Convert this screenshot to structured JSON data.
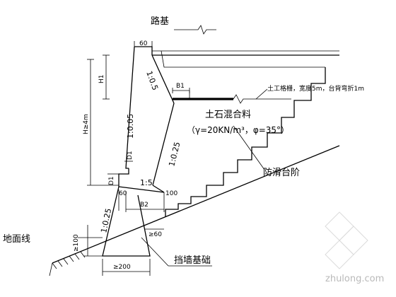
{
  "labels": {
    "roadbed": "路基",
    "geogrid": "土工格栅，宽度5m，台背弯折1m",
    "fill_material": "土石混合料",
    "fill_params": "（γ=20KN/m³，φ=35°）",
    "anti_slide_steps": "防滑台阶",
    "ground_line": "地面线",
    "wall_foundation": "挡墙基础"
  },
  "dimensions": {
    "top_width": "60",
    "h1_left": "H1",
    "b1": "B1",
    "h_total": "H≥4m",
    "d1_upper": "D1",
    "d1_lower": "D1",
    "toe_60": "60",
    "b2": "B2",
    "heel_100": "100",
    "step_60": "≥60",
    "embed_100": "≥100",
    "base_200": "≥200"
  },
  "slopes": {
    "cap_slope": "1:0.5",
    "face_slope": "1:0.05",
    "back_slope": "1:0.25",
    "base_slope": "1:5",
    "found_slope": "1:0.25"
  },
  "watermark": "zhulong.com"
}
